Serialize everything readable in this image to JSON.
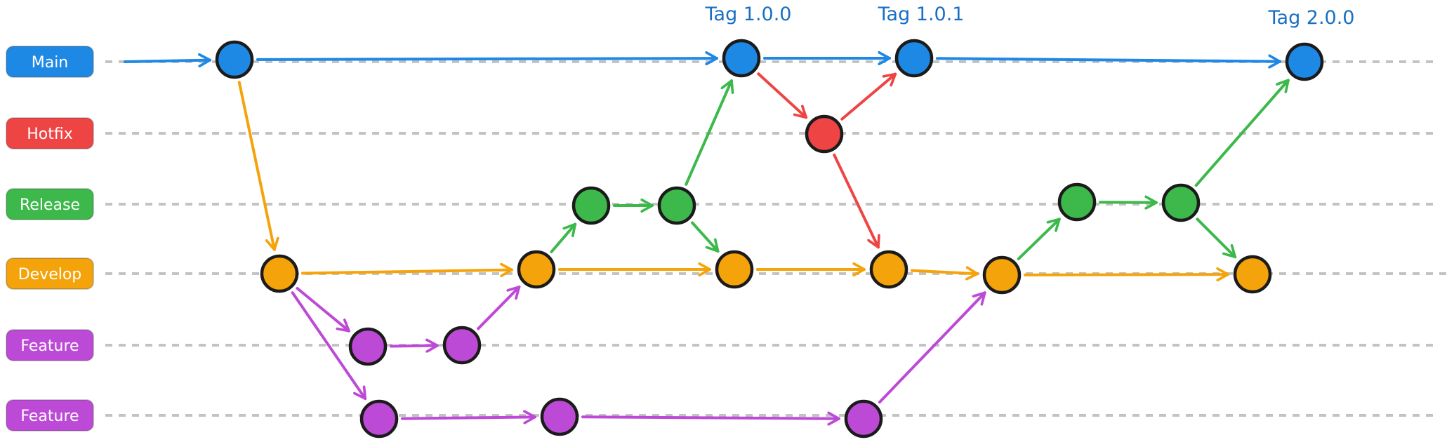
{
  "branches": [
    {
      "id": "main",
      "label": "Main",
      "color": "#1e88e5"
    },
    {
      "id": "hotfix",
      "label": "Hotfix",
      "color": "#ef4444"
    },
    {
      "id": "release",
      "label": "Release",
      "color": "#3cb94a"
    },
    {
      "id": "develop",
      "label": "Develop",
      "color": "#f5a30a"
    },
    {
      "id": "feature1",
      "label": "Feature",
      "color": "#bd4ad6"
    },
    {
      "id": "feature2",
      "label": "Feature",
      "color": "#bd4ad6"
    }
  ],
  "tags": [
    {
      "label": "Tag 1.0.0",
      "commit": "m1"
    },
    {
      "label": "Tag 1.0.1",
      "commit": "m2"
    },
    {
      "label": "Tag 2.0.0",
      "commit": "m3"
    }
  ],
  "commits": [
    {
      "id": "m0",
      "branch": "main"
    },
    {
      "id": "m1",
      "branch": "main"
    },
    {
      "id": "m2",
      "branch": "main"
    },
    {
      "id": "m3",
      "branch": "main"
    },
    {
      "id": "h0",
      "branch": "hotfix"
    },
    {
      "id": "r0",
      "branch": "release"
    },
    {
      "id": "r1",
      "branch": "release"
    },
    {
      "id": "r2",
      "branch": "release"
    },
    {
      "id": "r3",
      "branch": "release"
    },
    {
      "id": "d0",
      "branch": "develop"
    },
    {
      "id": "d1",
      "branch": "develop"
    },
    {
      "id": "d2",
      "branch": "develop"
    },
    {
      "id": "d3",
      "branch": "develop"
    },
    {
      "id": "d4",
      "branch": "develop"
    },
    {
      "id": "d5",
      "branch": "develop"
    },
    {
      "id": "f0",
      "branch": "feature1"
    },
    {
      "id": "f1",
      "branch": "feature1"
    },
    {
      "id": "g0",
      "branch": "feature2"
    },
    {
      "id": "g1",
      "branch": "feature2"
    },
    {
      "id": "g2",
      "branch": "feature2"
    }
  ],
  "arrows": [
    {
      "from": "start",
      "to": "m0",
      "color": "#1e88e5"
    },
    {
      "from": "m0",
      "to": "m1",
      "color": "#1e88e5"
    },
    {
      "from": "m1",
      "to": "m2",
      "color": "#1e88e5"
    },
    {
      "from": "m2",
      "to": "m3",
      "color": "#1e88e5"
    },
    {
      "from": "m0",
      "to": "d0",
      "color": "#f5a30a"
    },
    {
      "from": "m1",
      "to": "h0",
      "color": "#ef4444"
    },
    {
      "from": "h0",
      "to": "m2",
      "color": "#ef4444"
    },
    {
      "from": "h0",
      "to": "d3",
      "color": "#ef4444"
    },
    {
      "from": "d0",
      "to": "d1",
      "color": "#f5a30a"
    },
    {
      "from": "d1",
      "to": "d2",
      "color": "#f5a30a"
    },
    {
      "from": "d2",
      "to": "d3",
      "color": "#f5a30a"
    },
    {
      "from": "d3",
      "to": "d4",
      "color": "#f5a30a"
    },
    {
      "from": "d4",
      "to": "d5",
      "color": "#f5a30a"
    },
    {
      "from": "d1",
      "to": "r0",
      "color": "#3cb94a"
    },
    {
      "from": "r0",
      "to": "r1",
      "color": "#3cb94a"
    },
    {
      "from": "r1",
      "to": "m1",
      "color": "#3cb94a"
    },
    {
      "from": "r1",
      "to": "d2",
      "color": "#3cb94a"
    },
    {
      "from": "d4",
      "to": "r2",
      "color": "#3cb94a"
    },
    {
      "from": "r2",
      "to": "r3",
      "color": "#3cb94a"
    },
    {
      "from": "r3",
      "to": "m3",
      "color": "#3cb94a"
    },
    {
      "from": "r3",
      "to": "d5",
      "color": "#3cb94a"
    },
    {
      "from": "d0",
      "to": "f0",
      "color": "#bd4ad6"
    },
    {
      "from": "f0",
      "to": "f1",
      "color": "#bd4ad6"
    },
    {
      "from": "f1",
      "to": "d1",
      "color": "#bd4ad6"
    },
    {
      "from": "d0",
      "to": "g0",
      "color": "#bd4ad6"
    },
    {
      "from": "g0",
      "to": "g1",
      "color": "#bd4ad6"
    },
    {
      "from": "g1",
      "to": "g2",
      "color": "#bd4ad6"
    },
    {
      "from": "g2",
      "to": "d4",
      "color": "#bd4ad6"
    }
  ]
}
